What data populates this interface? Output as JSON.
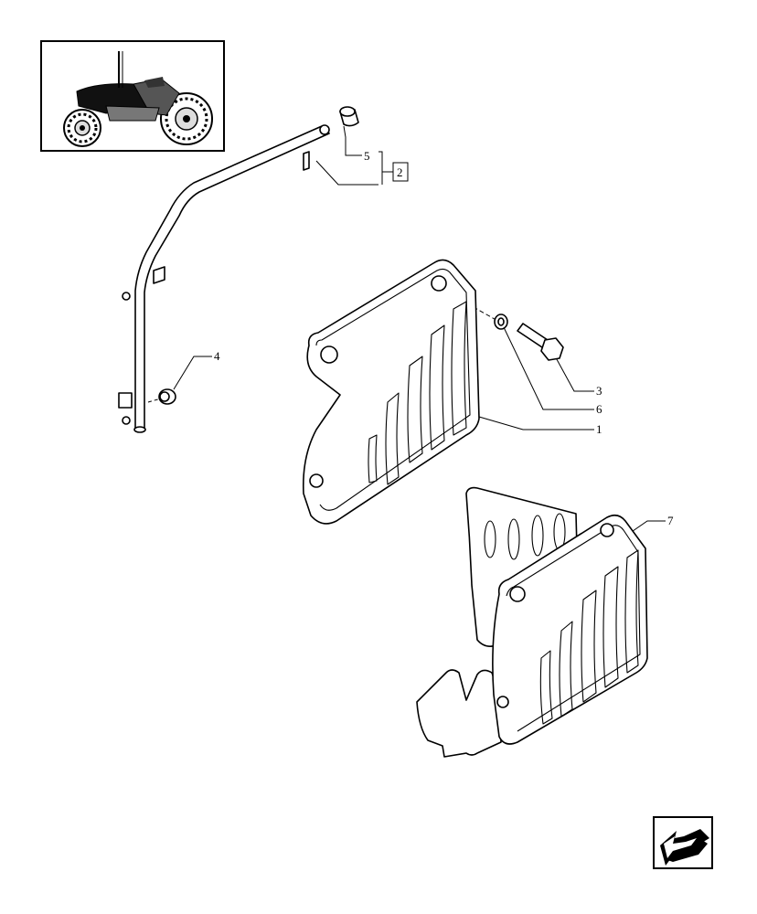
{
  "callouts": {
    "c1": "1",
    "c2": "2",
    "c3": "3",
    "c4": "4",
    "c5": "5",
    "c6": "6",
    "c7": "7"
  },
  "icons": {
    "thumbnail": "tractor-thumbnail-icon",
    "navigation": "back-arrow-icon"
  },
  "colors": {
    "line": "#000000",
    "background": "#ffffff"
  }
}
